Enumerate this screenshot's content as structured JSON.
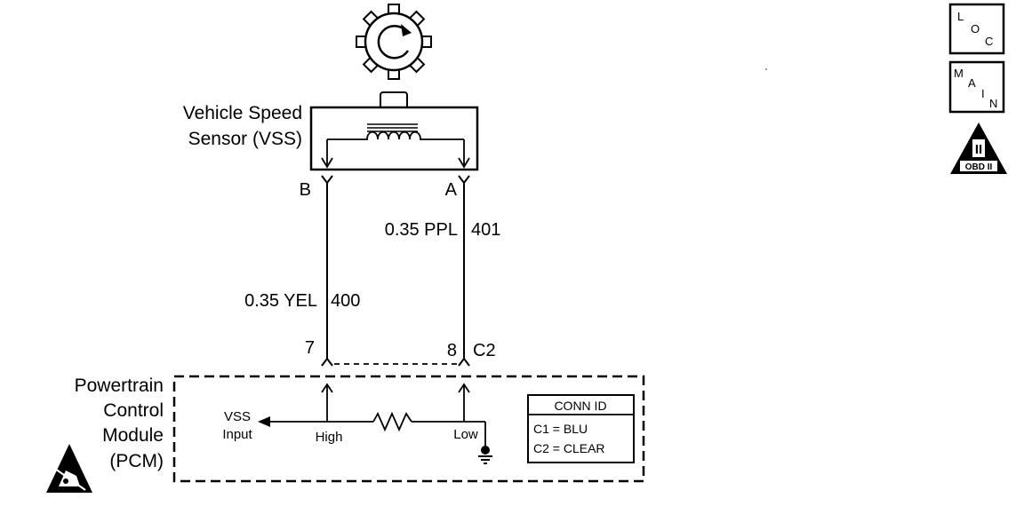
{
  "sensor": {
    "name_line1": "Vehicle Speed",
    "name_line2": "Sensor (VSS)",
    "terminal_b": "B",
    "terminal_a": "A"
  },
  "wires": {
    "left": {
      "gauge_color": "0.35 YEL",
      "circuit": "400"
    },
    "right": {
      "gauge_color": "0.35 PPL",
      "circuit": "401"
    }
  },
  "pcm": {
    "name_line1": "Powertrain",
    "name_line2": "Control",
    "name_line3": "Module",
    "name_line4": "(PCM)",
    "pin_left": "7",
    "pin_right": "8",
    "connector": "C2",
    "vss_line1": "VSS",
    "vss_line2": "Input",
    "high": "High",
    "low": "Low"
  },
  "conn_id": {
    "title": "CONN ID",
    "row1": "C1 = BLU",
    "row2": "C2 = CLEAR"
  },
  "side_icons": {
    "loc": {
      "l": "L",
      "o": "O",
      "c": "C"
    },
    "main": {
      "m": "M",
      "a": "A",
      "i": "I",
      "n": "N"
    },
    "obd": {
      "numeral": "II",
      "label": "OBD II"
    }
  },
  "icons": [
    "reluctor-wheel-icon",
    "rotation-arrow-icon",
    "coil-icon",
    "resistor-icon",
    "ground-icon",
    "esd-warning-icon",
    "obd-ii-icon"
  ]
}
